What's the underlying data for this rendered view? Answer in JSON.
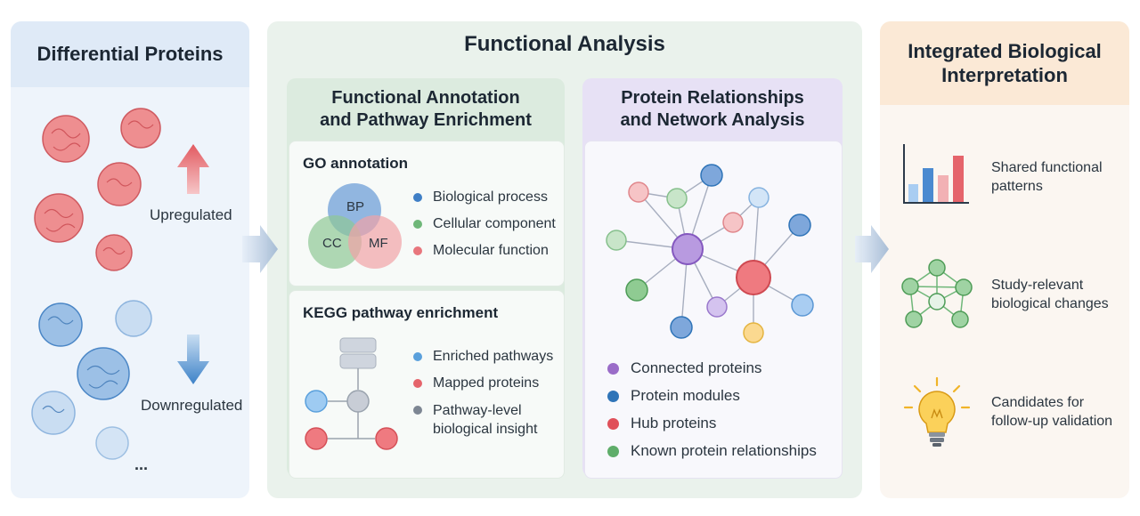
{
  "left": {
    "title": "Differential Proteins",
    "up_label": "Upregulated",
    "down_label": "Downregulated",
    "ellipsis": "..."
  },
  "middle": {
    "title": "Functional Analysis",
    "annotation": {
      "title_line1": "Functional Annotation",
      "title_line2": "and Pathway Enrichment",
      "go": {
        "title": "GO annotation",
        "venn": [
          "BP",
          "CC",
          "MF"
        ],
        "legend": [
          {
            "label": "Biological process",
            "color": "#3f7fc6"
          },
          {
            "label": "Cellular component",
            "color": "#6fb779"
          },
          {
            "label": "Molecular function",
            "color": "#e8767d"
          }
        ]
      },
      "kegg": {
        "title": "KEGG pathway enrichment",
        "legend": [
          {
            "label": "Enriched pathways",
            "color": "#5aa0dc"
          },
          {
            "label": "Mapped proteins",
            "color": "#e5646b"
          },
          {
            "label": "Pathway-level",
            "label2": "biological insight",
            "color": "#7d8693"
          }
        ]
      }
    },
    "network": {
      "title_line1": "Protein Relationships",
      "title_line2": "and Network Analysis",
      "legend": [
        {
          "label": "Connected proteins",
          "color": "#9a6cc8"
        },
        {
          "label": "Protein modules",
          "color": "#2f74b8"
        },
        {
          "label": "Hub proteins",
          "color": "#e0505a"
        },
        {
          "label": "Known protein relationships",
          "color": "#5fad6a"
        }
      ]
    }
  },
  "right": {
    "title_line1": "Integrated Biological",
    "title_line2": "Interpretation",
    "items": [
      {
        "line1": "Shared functional",
        "line2": "patterns",
        "icon": "bar-chart-icon"
      },
      {
        "line1": "Study-relevant",
        "line2": "biological changes",
        "icon": "network-icon"
      },
      {
        "line1": "Candidates for",
        "line2": "follow-up validation",
        "icon": "lightbulb-icon"
      }
    ]
  },
  "colors": {
    "up": "#e06a6f",
    "down": "#5b93cf",
    "arrow": "#9fb7d3"
  }
}
